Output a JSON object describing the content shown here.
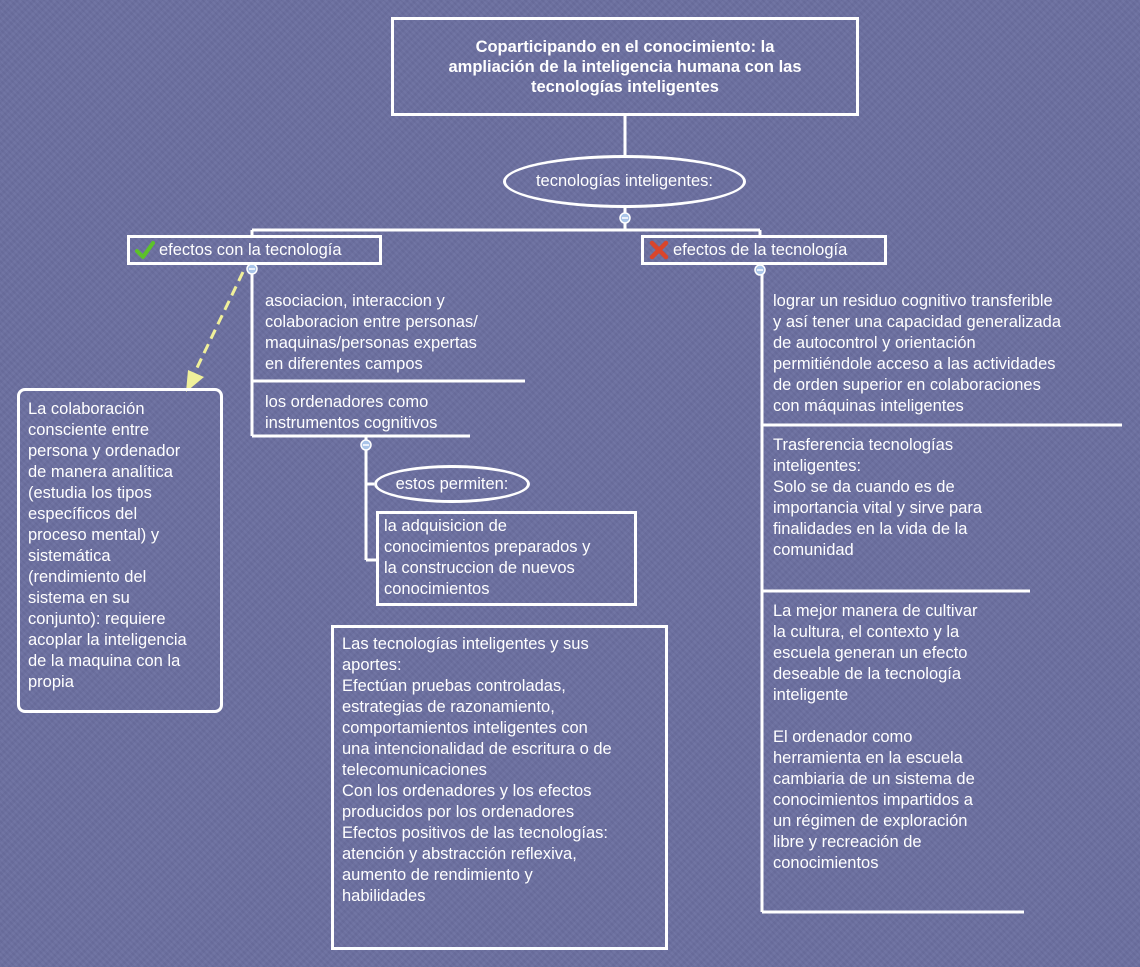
{
  "root": {
    "title": "Coparticipando en el conocimiento: la\nampliación de la inteligencia humana con las\ntecnologías inteligentes"
  },
  "center_topic": "tecnologías inteligentes:",
  "left": {
    "label": "efectos con la tecnología",
    "icon": "check-icon",
    "items": [
      "asociacion, interaccion y\ncolaboracion entre personas/\nmaquinas/personas expertas\nen diferentes campos",
      "los ordenadores como\ninstrumentos cognitivos"
    ],
    "sub_topic": "estos permiten:",
    "sub_box": "la adquisicion de\nconocimientos preparados y\nla construccion de nuevos\nconocimientos",
    "side_note": "La colaboración\nconsciente entre\npersona y ordenador\nde manera analítica\n(estudia los tipos\nespecíficos del\nproceso mental) y\nsistemática\n(rendimiento del\nsistema en su\nconjunto): requiere\nacoplar la inteligencia\nde la maquina con la\npropia",
    "bottom_box": "Las tecnologías inteligentes y sus\naportes:\nEfectúan pruebas controladas,\nestrategias de razonamiento,\ncomportamientos inteligentes con\nuna intencionalidad de escritura o de\ntelecomunicaciones\n Con los ordenadores y los efectos\nproducidos por los ordenadores\n Efectos positivos de las tecnologías:\natención y abstracción reflexiva,\naumento de rendimiento y\nhabilidades"
  },
  "right": {
    "label": "efectos de la tecnología",
    "icon": "x-icon",
    "items": [
      "lograr un residuo cognitivo  transferible\ny así tener una capacidad generalizada\nde autocontrol y orientación\npermitiéndole acceso a las actividades\nde orden superior en colaboraciones\ncon máquinas inteligentes",
      "Trasferencia tecnologías\ninteligentes:\n Solo se da cuando es de\nimportancia vital y sirve para\nfinalidades en la vida de la\ncomunidad",
      "La mejor manera de cultivar\nla  cultura, el contexto y la\nescuela generan un efecto\n deseable de  la tecnología\ninteligente\n\n El ordenador como\nherramienta en la escuela\ncambiaria de un sistema de\nconocimientos impartidos a\nun régimen de exploración\nlibre y recreación de\nconocimientos"
    ]
  },
  "colors": {
    "background": "#6b6fa0",
    "lines": "#ffffff",
    "arrow": "#f0f09a",
    "check": "#5cc22a",
    "cross": "#d9452b",
    "collapse_handle": "#a9c4e8"
  }
}
